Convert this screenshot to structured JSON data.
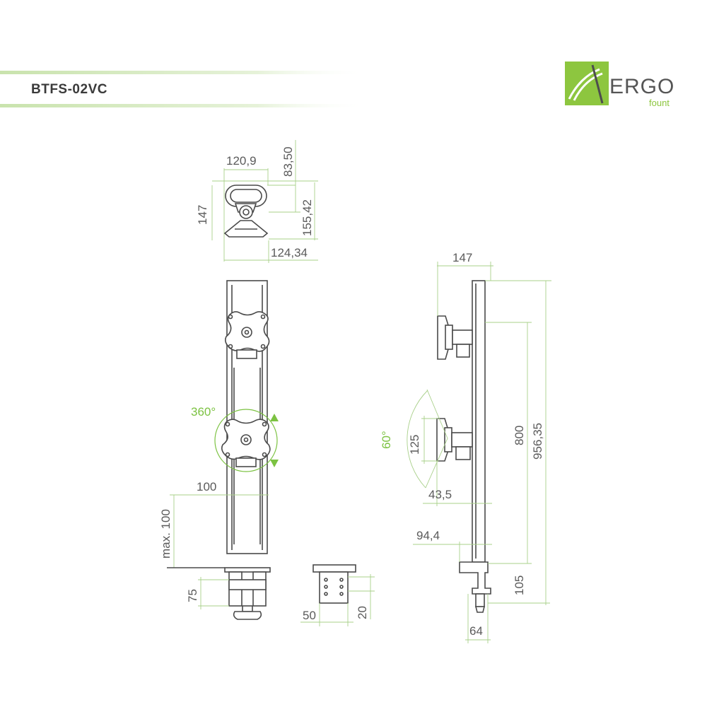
{
  "header": {
    "model": "BTFS-02VC"
  },
  "logo": {
    "brand": "ERGO",
    "sub": "fount",
    "colors": {
      "green": "#8dc63f",
      "dark": "#555555"
    }
  },
  "dimensions": {
    "top_width": "120,9",
    "top_depth": "83,50",
    "top_height": "147",
    "top_height2": "155,42",
    "top_base": "124,34",
    "rotation": "360°",
    "vesa_front": "100",
    "max_offset": "max. 100",
    "clamp_75": "75",
    "grommet_50": "50",
    "grommet_20": "20",
    "side_depth": "147",
    "tilt": "60°",
    "vesa_side": "125",
    "arm_43": "43,5",
    "pole_800": "800",
    "pole_total": "956,35",
    "arm_94": "94,4",
    "clamp_105": "105",
    "clamp_64": "64"
  },
  "colors": {
    "accent": "#7cc242",
    "line": "#4a4a4a",
    "text": "#5a5a5a"
  }
}
